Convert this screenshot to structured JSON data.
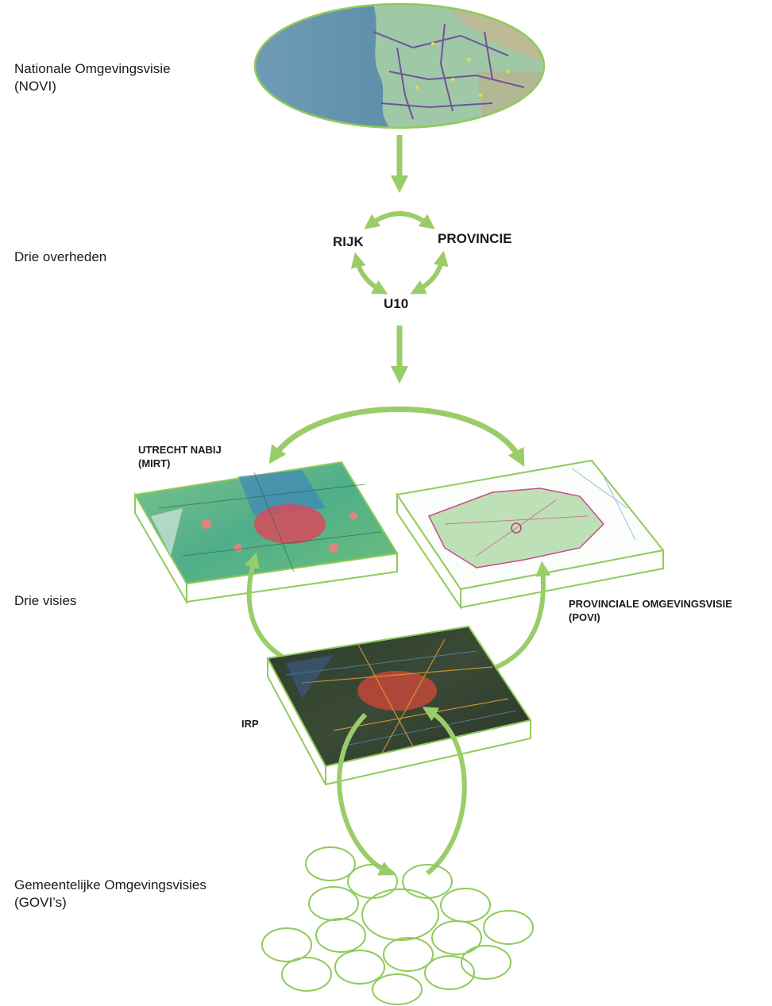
{
  "labels": {
    "novi_line1": "Nationale Omgevingsvisie",
    "novi_line2": "(NOVI)",
    "drie_overheden": "Drie overheden",
    "drie_visies": "Drie visies",
    "govi_line1": "Gemeentelijke Omgevingsvisies",
    "govi_line2": "(GOVI’s)"
  },
  "overheden": {
    "rijk": "RIJK",
    "provincie": "PROVINCIE",
    "u10": "U10"
  },
  "visies": {
    "mirt_line1": "UTRECHT NABIJ",
    "mirt_line2": "(MIRT)",
    "povi_line1": "PROVINCIALE OMGEVINGSVISIE",
    "povi_line2": "(POVI)",
    "irp": "IRP"
  },
  "colors": {
    "arrow_green": "#9acd6a",
    "outline_green": "#8fcb5a",
    "sea_blue": "#5b8aa6",
    "route_purple": "#6a3d9a"
  }
}
